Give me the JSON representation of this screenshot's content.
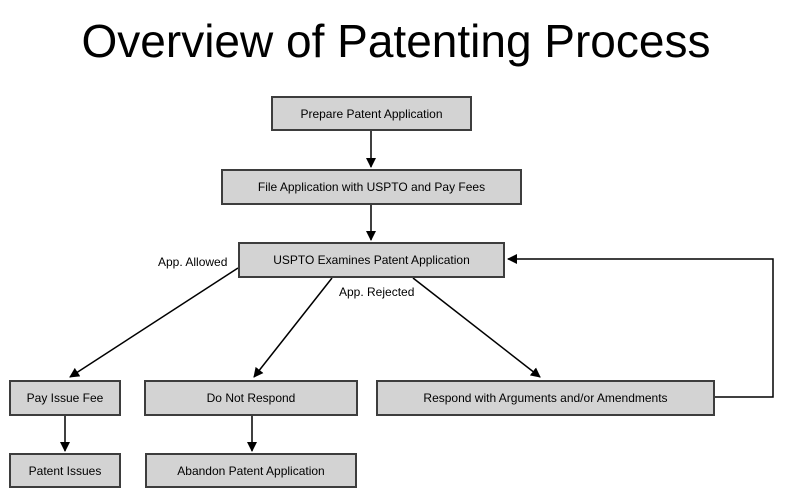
{
  "title": "Overview of Patenting Process",
  "diagram": {
    "colors": {
      "node_fill": "#d3d3d3",
      "node_border": "#3d3d3d",
      "connector": "#000000",
      "background": "#ffffff"
    },
    "nodes": [
      {
        "id": "prepare",
        "label": "Prepare Patent Application"
      },
      {
        "id": "file",
        "label": "File Application with USPTO and Pay Fees"
      },
      {
        "id": "examine",
        "label": "USPTO Examines Patent Application"
      },
      {
        "id": "pay",
        "label": "Pay Issue Fee"
      },
      {
        "id": "norespond",
        "label": "Do Not Respond"
      },
      {
        "id": "respond",
        "label": "Respond with Arguments and/or Amendments"
      },
      {
        "id": "issues",
        "label": "Patent Issues"
      },
      {
        "id": "abandon",
        "label": "Abandon Patent Application"
      }
    ],
    "edges": [
      {
        "from": "prepare",
        "to": "file",
        "label": ""
      },
      {
        "from": "file",
        "to": "examine",
        "label": ""
      },
      {
        "from": "examine",
        "to": "pay",
        "label": "App. Allowed"
      },
      {
        "from": "examine",
        "to": "norespond",
        "label": "App. Rejected"
      },
      {
        "from": "examine",
        "to": "respond",
        "label": "App. Rejected"
      },
      {
        "from": "pay",
        "to": "issues",
        "label": ""
      },
      {
        "from": "norespond",
        "to": "abandon",
        "label": ""
      },
      {
        "from": "respond",
        "to": "examine",
        "label": ""
      }
    ],
    "edge_labels": {
      "allowed": "App. Allowed",
      "rejected": "App. Rejected"
    }
  }
}
